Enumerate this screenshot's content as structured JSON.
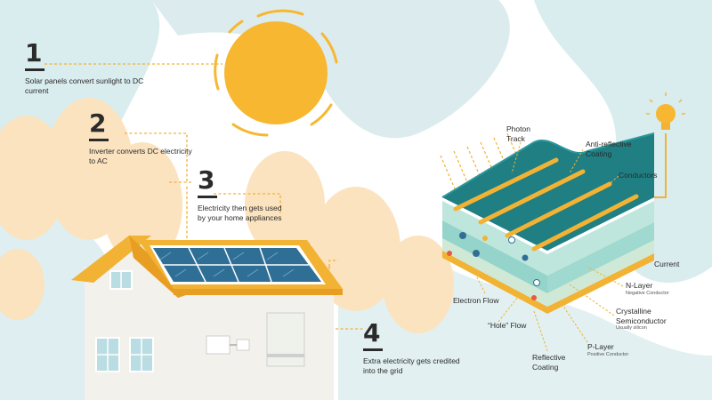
{
  "steps": [
    {
      "number": "1",
      "text": "Solar panels convert sunlight to DC current"
    },
    {
      "number": "2",
      "text": "Inverter converts DC electricity to AC"
    },
    {
      "number": "3",
      "text": "Electricity then gets used by your home appliances"
    },
    {
      "number": "4",
      "text": "Extra electricity gets credited into the grid"
    }
  ],
  "cell_labels": {
    "photon_track": "Photon Track",
    "anti_reflective": "Anti-reflective Coating",
    "conductors": "Conductors",
    "current": "Current",
    "n_layer": "N-Layer",
    "n_layer_sub": "Negative Conductor",
    "crystalline": "Crystalline Semiconductor",
    "crystalline_sub": "Usually silicon",
    "p_layer": "P-Layer",
    "p_layer_sub": "Positive Conductor",
    "reflective": "Reflective Coating",
    "electron_flow": "Electron Flow",
    "hole_flow": "“Hole” Flow"
  },
  "colors": {
    "background_blob": "#d9ecee",
    "tree": "#fbe3bf",
    "sun": "#f7b731",
    "roof": "#f2b233",
    "panel": "#2f6f96",
    "cell_top": "#1f7f83",
    "cell_mid": "#9fd9cf",
    "conductor": "#f2b233",
    "leader_line": "#f2b233"
  }
}
